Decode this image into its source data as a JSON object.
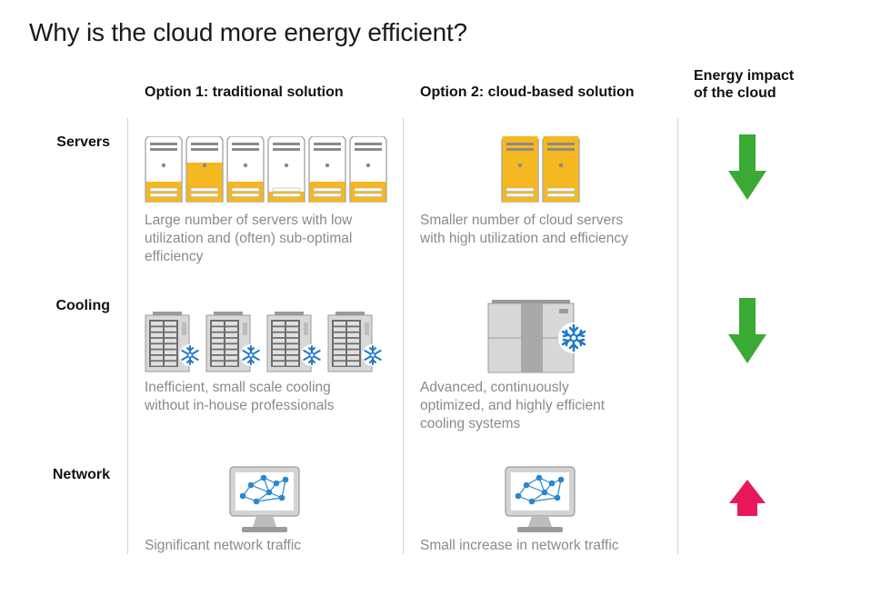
{
  "title": "Why is the cloud more energy efficient?",
  "columns": {
    "option1": "Option 1: traditional solution",
    "option2": "Option 2: cloud-based solution",
    "impact_line1": "Energy impact",
    "impact_line2": "of the cloud"
  },
  "rows": [
    {
      "label": "Servers",
      "option1_desc": [
        "Large number of servers with low",
        "utilization and (often) sub-optimal",
        "efficiency"
      ],
      "option2_desc": [
        "Smaller number of cloud servers",
        "with high utilization and efficiency"
      ],
      "impact": "down"
    },
    {
      "label": "Cooling",
      "option1_desc": [
        "Inefficient, small scale cooling",
        "without in-house professionals"
      ],
      "option2_desc": [
        "Advanced, continuously",
        "optimized, and highly efficient",
        "cooling systems"
      ],
      "impact": "down"
    },
    {
      "label": "Network",
      "option1_desc": [
        "Significant network traffic"
      ],
      "option2_desc": [
        "Small increase in network traffic"
      ],
      "impact": "up"
    }
  ],
  "server_fill_levels_option1": [
    0.3,
    0.6,
    0.3,
    0.15,
    0.3,
    0.3
  ],
  "server_fill_levels_option2": [
    1.0,
    1.0
  ],
  "colors": {
    "accent_yellow": "#f5b820",
    "arrow_down": "#3aaa35",
    "arrow_up": "#e8195a",
    "snowflake": "#1f78c8",
    "network_node": "#2a86cf"
  },
  "icons": {
    "server": "server-tower-icon",
    "cooling_small": "cooling-unit-icon",
    "cooling_large": "large-cooling-system-icon",
    "network": "network-monitor-icon",
    "down": "arrow-down-icon",
    "up": "arrow-up-icon"
  }
}
